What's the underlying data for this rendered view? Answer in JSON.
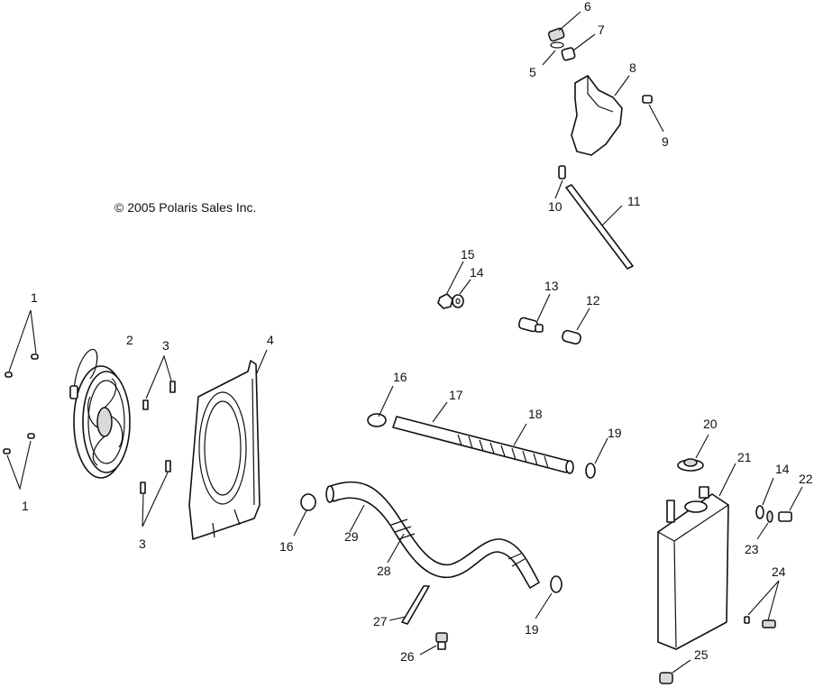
{
  "copyright": "© 2005 Polaris Sales Inc.",
  "callouts": [
    {
      "id": "c1a",
      "text": "1"
    },
    {
      "id": "c1b",
      "text": "1"
    },
    {
      "id": "c2",
      "text": "2"
    },
    {
      "id": "c3a",
      "text": "3"
    },
    {
      "id": "c3b",
      "text": "3"
    },
    {
      "id": "c4",
      "text": "4"
    },
    {
      "id": "c5",
      "text": "5"
    },
    {
      "id": "c6",
      "text": "6"
    },
    {
      "id": "c7",
      "text": "7"
    },
    {
      "id": "c8",
      "text": "8"
    },
    {
      "id": "c9",
      "text": "9"
    },
    {
      "id": "c10",
      "text": "10"
    },
    {
      "id": "c11",
      "text": "11"
    },
    {
      "id": "c12",
      "text": "12"
    },
    {
      "id": "c13",
      "text": "13"
    },
    {
      "id": "c14a",
      "text": "14"
    },
    {
      "id": "c14b",
      "text": "14"
    },
    {
      "id": "c15",
      "text": "15"
    },
    {
      "id": "c16a",
      "text": "16"
    },
    {
      "id": "c16b",
      "text": "16"
    },
    {
      "id": "c17",
      "text": "17"
    },
    {
      "id": "c18",
      "text": "18"
    },
    {
      "id": "c19a",
      "text": "19"
    },
    {
      "id": "c19b",
      "text": "19"
    },
    {
      "id": "c20",
      "text": "20"
    },
    {
      "id": "c21",
      "text": "21"
    },
    {
      "id": "c22",
      "text": "22"
    },
    {
      "id": "c23",
      "text": "23"
    },
    {
      "id": "c24",
      "text": "24"
    },
    {
      "id": "c25",
      "text": "25"
    },
    {
      "id": "c26",
      "text": "26"
    },
    {
      "id": "c27",
      "text": "27"
    },
    {
      "id": "c28",
      "text": "28"
    },
    {
      "id": "c29",
      "text": "29"
    }
  ]
}
